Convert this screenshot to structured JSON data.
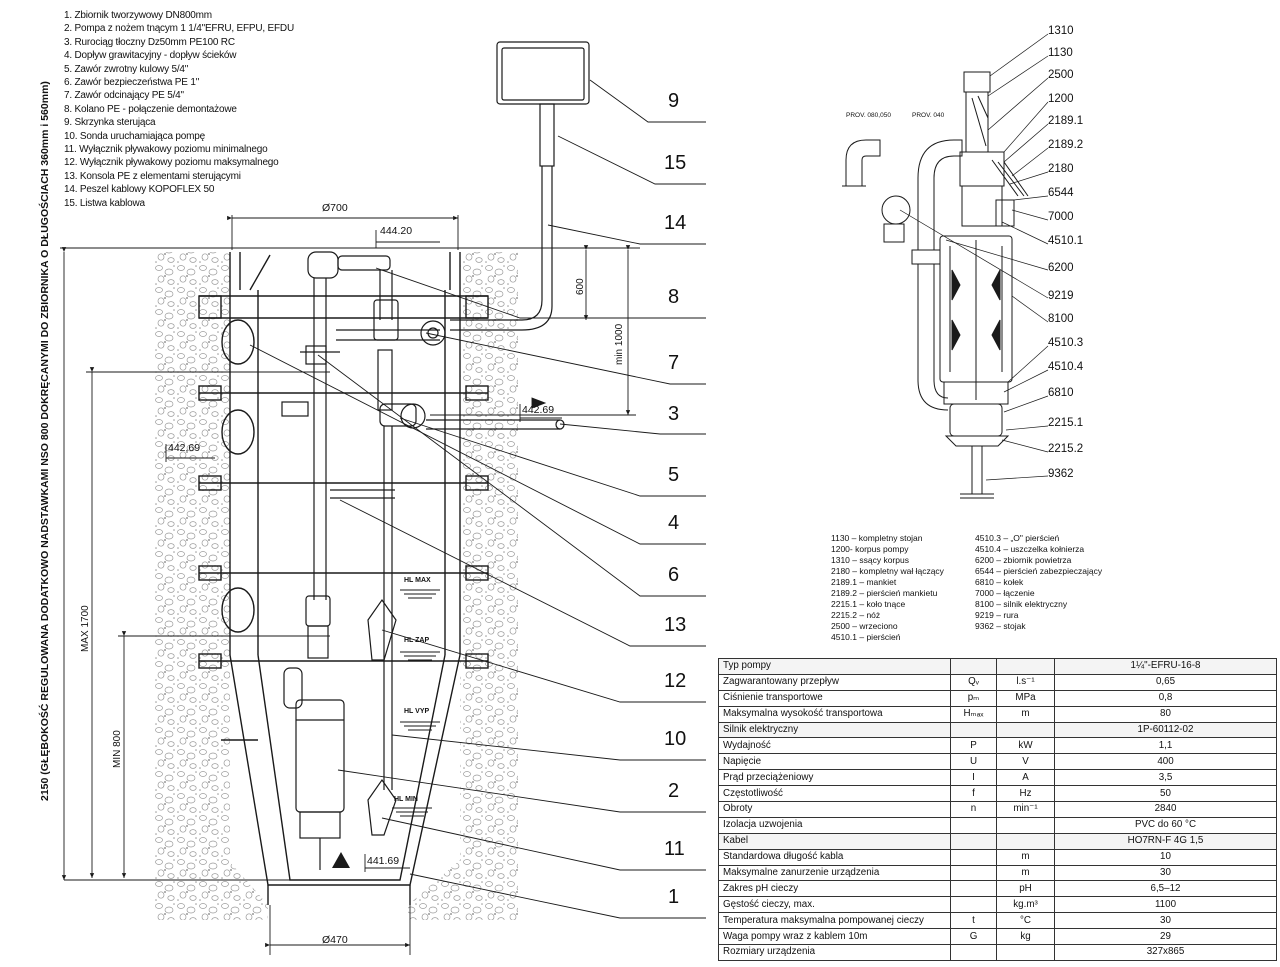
{
  "legend": [
    "1. Zbiornik tworzywowy DN800mm",
    "2. Pompa z nożem tnącym 1 1/4\"EFRU, EFPU, EFDU",
    "3. Rurociąg tłoczny Dz50mm PE100 RC",
    "4. Dopływ grawitacyjny - dopływ ścieków",
    "5. Zawór zwrotny kulowy 5/4\"",
    "6. Zawór bezpieczeństwa PE 1\"",
    "7. Zawór odcinający PE 5/4\"",
    "8. Kolano PE - połączenie demontażowe",
    "9. Skrzynka sterująca",
    "10. Sonda uruchamiająca pompę",
    "11. Wyłącznik pływakowy poziomu minimalnego",
    "12. Wyłącznik pływakowy poziomu maksymalnego",
    "13. Konsola PE z elementami sterującymi",
    "14. Peszel kablowy KOPOFLEX 50",
    "15. Listwa kablowa"
  ],
  "vertical_label": "2150 (GŁĘBOKOŚĆ REGULOWANA DODATKOWO NADSTAWKAMI NSO 800 DOKRĘCANYMI DO ZBIORNIKA O DŁUGOŚCIACH 360mm i 560mm)",
  "dims": {
    "d700": "Ø700",
    "d470": "Ø470",
    "lvl_top": "444.20",
    "lvl_right": "442.69",
    "lvl_left": "442.69",
    "lvl_bottom": "441.69",
    "h600": "600",
    "min1000": "min 1000",
    "max1700": "MAX 1700",
    "min800": "MIN 800"
  },
  "levels": [
    "HL MAX",
    "HL ZAP",
    "HL VYP",
    "HL MIN"
  ],
  "callouts": [
    "9",
    "15",
    "14",
    "8",
    "7",
    "3",
    "5",
    "4",
    "6",
    "13",
    "12",
    "10",
    "2",
    "11",
    "1"
  ],
  "prov": [
    "PROV. 080,050",
    "PROV. 040"
  ],
  "part_numbers": [
    "1310",
    "1130",
    "2500",
    "1200",
    "2189.1",
    "2189.2",
    "2180",
    "6544",
    "7000",
    "4510.1",
    "6200",
    "9219",
    "8100",
    "4510.3",
    "4510.4",
    "6810",
    "2215.1",
    "2215.2",
    "9362"
  ],
  "parts_legend": [
    "1130 – kompletny stojan",
    "4510.3 – „O\" pierścień",
    "1200- korpus pompy",
    "4510.4 – uszczelka kołnierza",
    "1310 – ssący korpus",
    "6200 – zbiornik powietrza",
    "2180 – kompletny wał łączący",
    "6544 – pierścień zabezpieczający",
    "2189.1 – mankiet",
    "6810 – kołek",
    "2189.2 – pierścień mankietu",
    "7000 – łączenie",
    "2215.1 – koło tnące",
    "8100 – silnik elektryczny",
    "2215.2 – nóż",
    "9219 – rura",
    "2500 – wrzeciono",
    "9362 – stojak",
    "4510.1 – pierścień",
    ""
  ],
  "spec_table": [
    {
      "param": "Typ pompy",
      "sym": "",
      "unit": "",
      "value": "1¼\"-EFRU-16-8",
      "hdr": true
    },
    {
      "param": "Zagwarantowany przepływ",
      "sym": "Qᵥ",
      "unit": "l.s⁻¹",
      "value": "0,65"
    },
    {
      "param": "Ciśnienie transportowe",
      "sym": "pₘ",
      "unit": "MPa",
      "value": "0,8"
    },
    {
      "param": "Maksymalna wysokość transportowa",
      "sym": "Hₘₐₓ",
      "unit": "m",
      "value": "80"
    },
    {
      "param": "Silnik elektryczny",
      "sym": "",
      "unit": "",
      "value": "1P-60112-02",
      "hdr": true
    },
    {
      "param": "Wydajność",
      "sym": "P",
      "unit": "kW",
      "value": "1,1"
    },
    {
      "param": "Napięcie",
      "sym": "U",
      "unit": "V",
      "value": "400"
    },
    {
      "param": "Prąd przeciążeniowy",
      "sym": "I",
      "unit": "A",
      "value": "3,5"
    },
    {
      "param": "Częstotliwość",
      "sym": "f",
      "unit": "Hz",
      "value": "50"
    },
    {
      "param": "Obroty",
      "sym": "n",
      "unit": "min⁻¹",
      "value": "2840"
    },
    {
      "param": "Izolacja uzwojenia",
      "sym": "",
      "unit": "",
      "value": "PVC do 60 °C"
    },
    {
      "param": "Kabel",
      "sym": "",
      "unit": "",
      "value": "HO7RN-F 4G 1,5",
      "hdr": true
    },
    {
      "param": "Standardowa długość kabla",
      "sym": "",
      "unit": "m",
      "value": "10"
    },
    {
      "param": "Maksymalne zanurzenie urządzenia",
      "sym": "",
      "unit": "m",
      "value": "30"
    },
    {
      "param": "Zakres pH cieczy",
      "sym": "",
      "unit": "pH",
      "value": "6,5–12"
    },
    {
      "param": "Gęstość cieczy, max.",
      "sym": "",
      "unit": "kg.m³",
      "value": "1100"
    },
    {
      "param": "Temperatura maksymalna pompowanej cieczy",
      "sym": "t",
      "unit": "°C",
      "value": "30"
    },
    {
      "param": "Waga pompy wraz z kablem 10m",
      "sym": "G",
      "unit": "kg",
      "value": "29"
    },
    {
      "param": "Rozmiary urządzenia",
      "sym": "",
      "unit": "",
      "value": "327x865"
    }
  ],
  "colors": {
    "line": "#1a1a1a",
    "soil": "#9a9a9a"
  }
}
